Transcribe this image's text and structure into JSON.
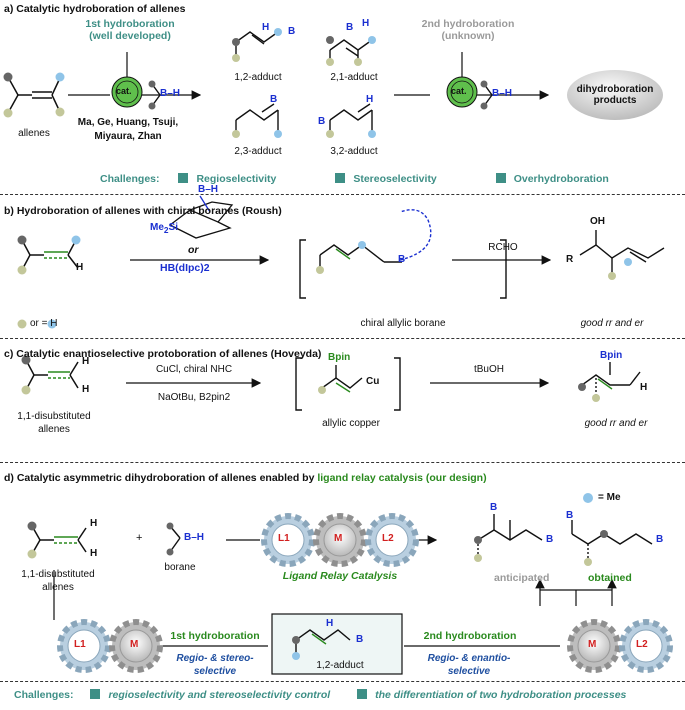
{
  "sections": {
    "a": {
      "title": "a) Catalytic hydroboration of allenes",
      "first_hb": "1st hydroboration",
      "first_hb_note": "(well developed)",
      "second_hb": "2nd hydroboration",
      "second_hb_note": "(unknown)",
      "substrate": "allenes",
      "cat": "cat.",
      "bh": "B–H",
      "authors_line1": "Ma, Ge, Huang, Tsuji,",
      "authors_line2": "Miyaura, Zhan",
      "adducts": [
        "1,2-adduct",
        "2,1-adduct",
        "2,3-adduct",
        "3,2-adduct"
      ],
      "product": "dihydroboration products",
      "challenges_label": "Challenges:",
      "challenges": [
        "Regioselectivity",
        "Stereoselectivity",
        "Overhydroboration"
      ]
    },
    "b": {
      "title": "b) Hydroboration of allenes with chiral boranes (Roush)",
      "reagent_or": "or",
      "reagent2": "HB(dIpc)2",
      "h": "H",
      "legend": "or = H",
      "intermediate": "chiral allylic borane",
      "rcho": "RCHO",
      "product": "good rr and er",
      "oh": "OH",
      "r": "R"
    },
    "c": {
      "title": "c) Catalytic enantioselective protoboration of allenes (Hoveyda)",
      "cond1": "CuCl, chiral NHC",
      "cond2": "NaOtBu, B2pin2",
      "substrate": "1,1-disubstituted allenes",
      "intermediate": "allylic copper",
      "reagent": "tBuOH",
      "product": "good rr and er",
      "bpin": "Bpin",
      "cu": "Cu"
    },
    "d": {
      "title_prefix": "d) Catalytic asymmetric dihydroboration of allenes enabled by ",
      "title_highlight": "ligand relay catalysis (our design)",
      "substrate": "1,1-disubstituted allenes",
      "plus": "+",
      "borane": "borane",
      "gear_labels": [
        "L1",
        "M",
        "L2"
      ],
      "relay": "Ligand Relay Catalysis",
      "me_legend": "= Me",
      "anticipated": "anticipated",
      "obtained": "obtained",
      "first_hb": "1st hydroboration",
      "first_sel": "Regio- & stereo-selective",
      "adduct": "1,2-adduct",
      "second_hb": "2nd hydroboration",
      "second_sel": "Regio- & enantio-selective",
      "challenges_label": "Challenges:",
      "challenges": [
        "regioselectivity and stereoselectivity control",
        "the differentiation of two hydroboration processes"
      ]
    }
  },
  "colors": {
    "teal": "#3e8f86",
    "blue": "#1a2fd0",
    "green": "#2a8a1e",
    "red": "#d22020",
    "gray": "#9a9a9a",
    "sub_gray": "#666666",
    "sub_blue": "#8fc4e8",
    "sub_olive": "#c3c79a",
    "gear_blue": "#b9cfe0",
    "gear_gray": "#b8b8b8"
  }
}
